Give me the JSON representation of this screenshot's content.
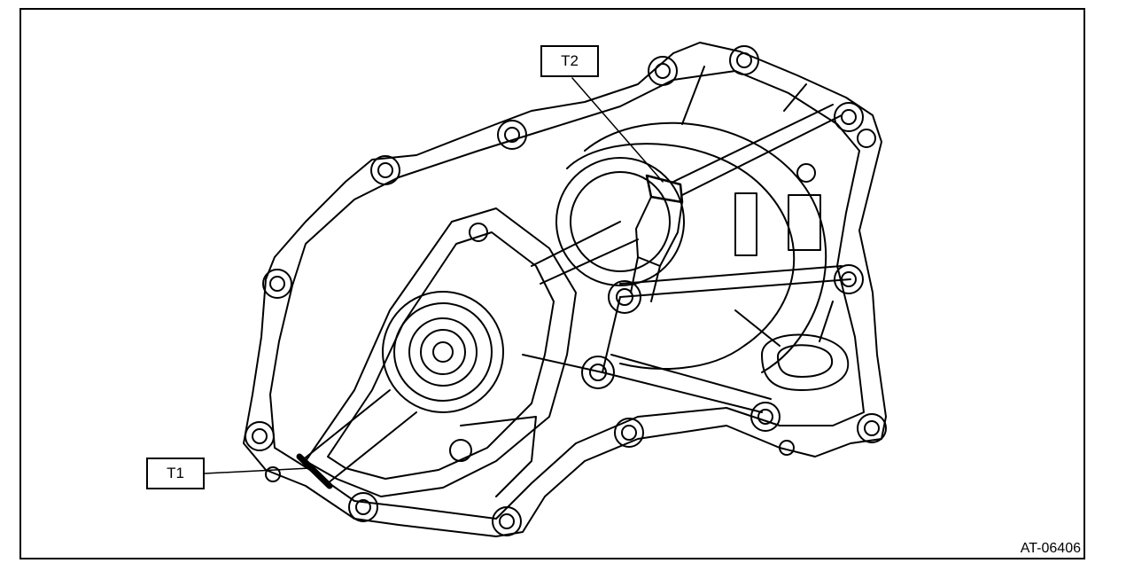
{
  "figure": {
    "code": "AT-06406",
    "callouts": {
      "t1": "T1",
      "t2": "T2"
    }
  },
  "icons": [
    "transmission-case-drawing"
  ]
}
